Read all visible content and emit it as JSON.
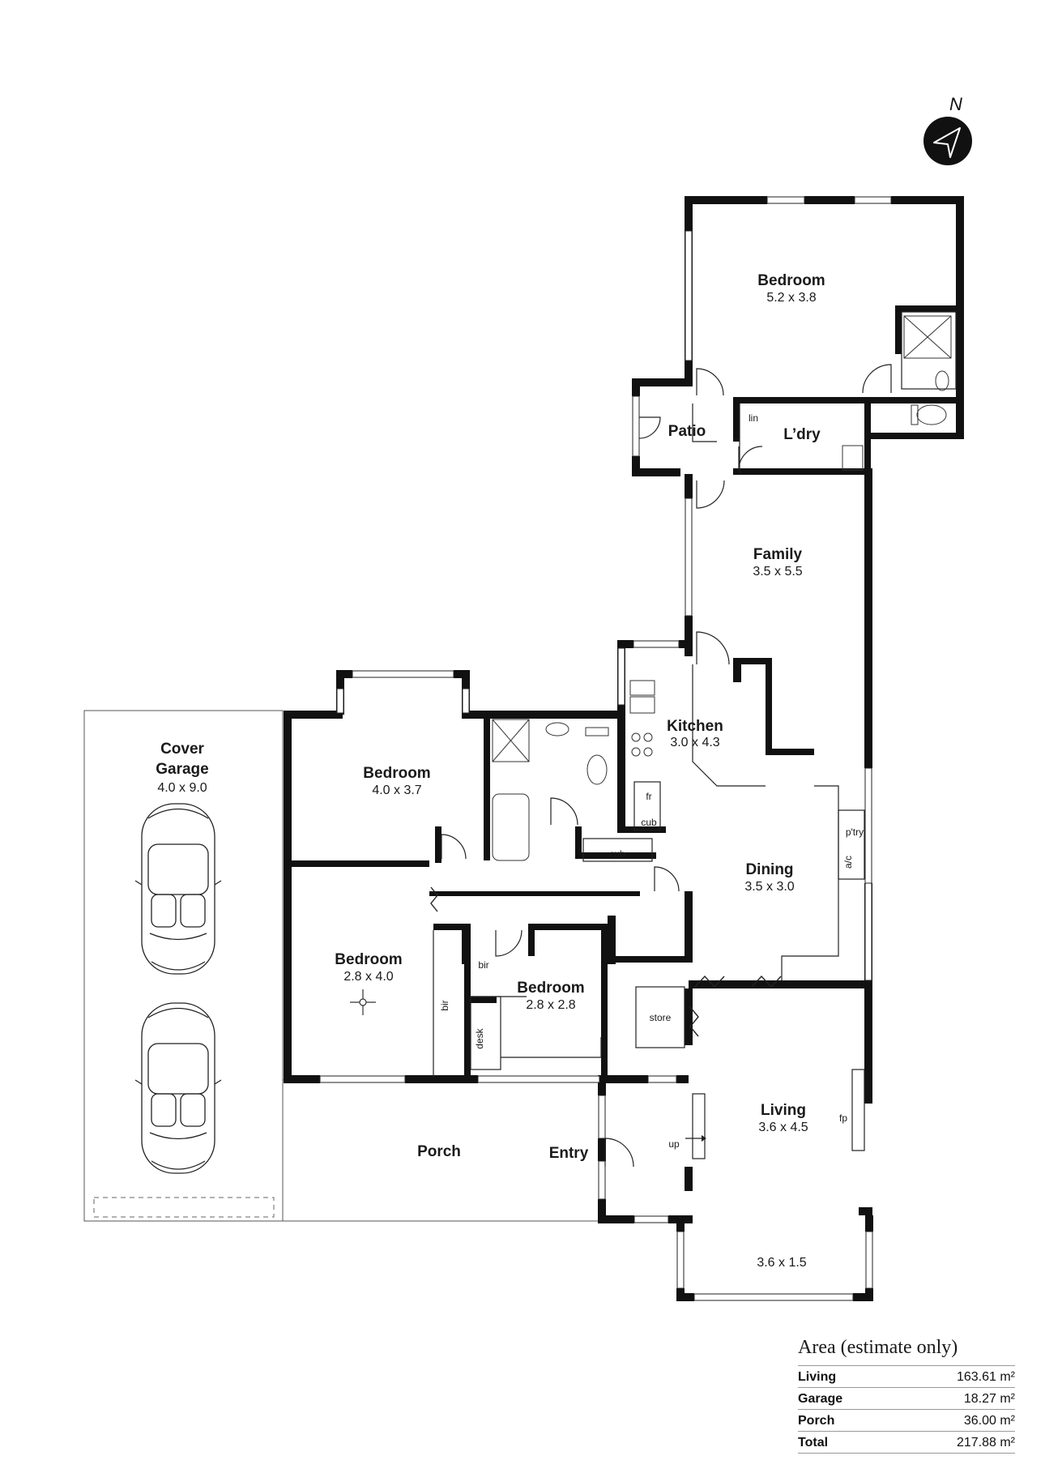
{
  "compass": {
    "label": "N"
  },
  "rooms": {
    "bedroom_master": {
      "name": "Bedroom",
      "dims": "5.2 x 3.8"
    },
    "patio": {
      "name": "Patio"
    },
    "laundry": {
      "name": "L’dry"
    },
    "family": {
      "name": "Family",
      "dims": "3.5 x 5.5"
    },
    "kitchen": {
      "name": "Kitchen",
      "dims": "3.0 x 4.3"
    },
    "dining": {
      "name": "Dining",
      "dims": "3.5 x 3.0"
    },
    "bedroom_2": {
      "name": "Bedroom",
      "dims": "4.0 x 3.7"
    },
    "bedroom_3": {
      "name": "Bedroom",
      "dims": "2.8 x 4.0"
    },
    "bedroom_4": {
      "name": "Bedroom",
      "dims": "2.8 x 2.8"
    },
    "living": {
      "name": "Living",
      "dims": "3.6 x 4.5"
    },
    "bay": {
      "dims": "3.6 x 1.5"
    },
    "porch": {
      "name": "Porch"
    },
    "entry": {
      "name": "Entry"
    },
    "garage": {
      "name_line1": "Cover",
      "name_line2": "Garage",
      "dims": "4.0 x 9.0"
    }
  },
  "fixtures": {
    "lin": "lin",
    "fr": "fr",
    "cub_kitchen": "cub",
    "cub_hall": "cub",
    "ptry": "p'try",
    "ac": "a/c",
    "bir_1": "bir",
    "bir_2": "bir",
    "desk": "desk",
    "store": "store",
    "up": "up",
    "fp": "fp"
  },
  "area_table": {
    "title": "Area (estimate only)",
    "rows": [
      {
        "label": "Living",
        "value": "163.61 m²"
      },
      {
        "label": "Garage",
        "value": "18.27 m²"
      },
      {
        "label": "Porch",
        "value": "36.00 m²"
      },
      {
        "label": "Total",
        "value": "217.88 m²"
      }
    ]
  }
}
